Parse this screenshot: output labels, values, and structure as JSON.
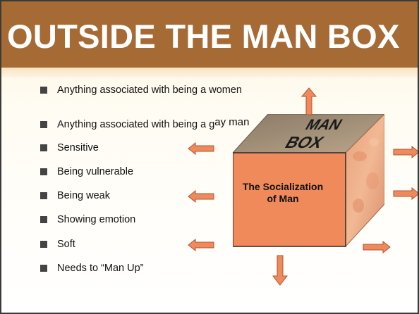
{
  "slide": {
    "title": "OUTSIDE THE MAN BOX",
    "bullets": [
      "Anything associated with being a women",
      "Anything associated with being a g",
      "Sensitive",
      "Being vulnerable",
      "Being weak",
      "Showing emotion",
      "Soft",
      "Needs to “Man Up”"
    ],
    "bullet_gay_suffix": "ay man",
    "cube_top_text": [
      "MAN",
      "BOX"
    ],
    "cube_label": "The Socialization of Man",
    "colors": {
      "title_bar": "#a66b35",
      "cube_front": "#f08a5a",
      "arrow_fill": "#ee8a5c"
    }
  }
}
